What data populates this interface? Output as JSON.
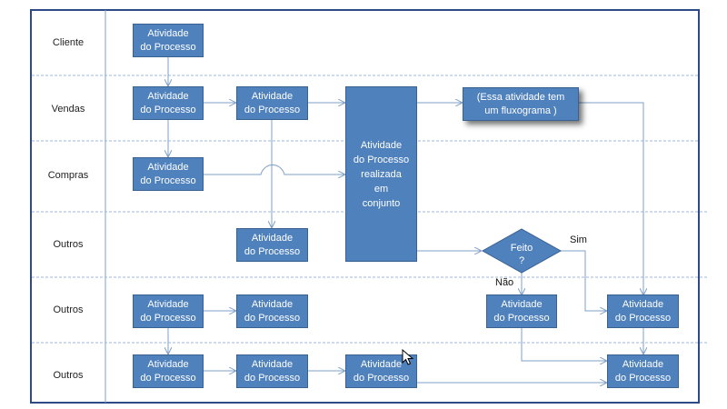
{
  "lanes": [
    "Cliente",
    "Vendas",
    "Compras",
    "Outros",
    "Outros",
    "Outros"
  ],
  "activity_label": "Atividade\ndo Processo",
  "joint_activity_label": "Atividade\ndo Processo\nrealizada\nem\nconjunto",
  "subprocess_label": "(Essa atividade tem\num fluxograma )",
  "decision": {
    "label": "Feito\n?",
    "yes": "Sim",
    "no": "Não"
  },
  "colors": {
    "box_fill": "#4f81bd",
    "box_border": "#3a6291",
    "line": "#7f9fc8",
    "frame": "#2e4a86"
  }
}
